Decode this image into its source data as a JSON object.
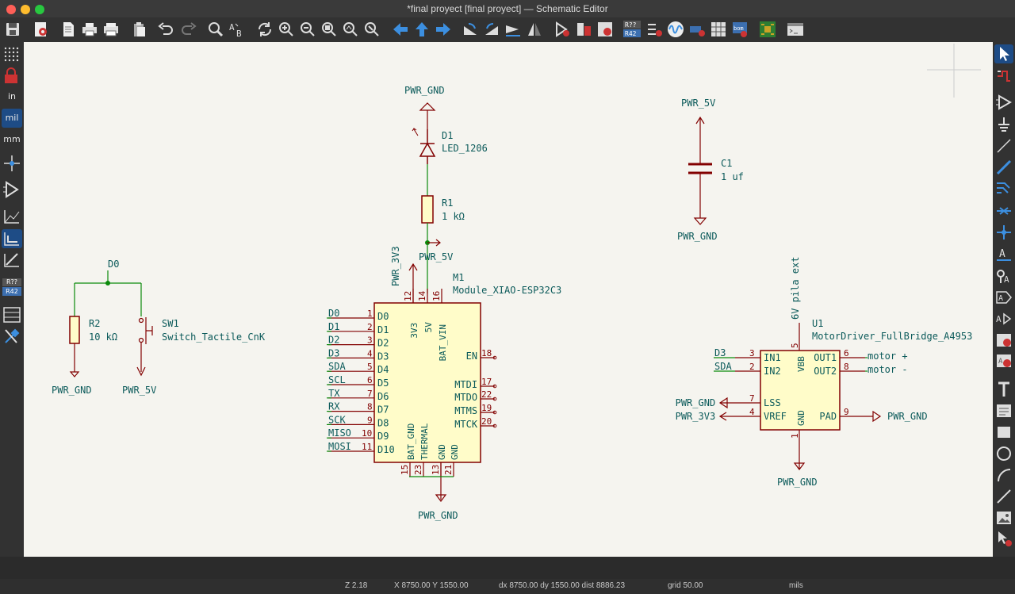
{
  "window": {
    "title": "*final proyect [final proyect] — Schematic Editor"
  },
  "toolbar": {
    "icons": [
      "save-icon",
      "schematic-setup-icon",
      "page-settings-icon",
      "print-icon",
      "plot-icon",
      "paste-icon",
      "undo-icon",
      "redo-icon",
      "find-icon",
      "find-replace-icon",
      "refresh-icon",
      "zoom-in-icon",
      "zoom-out-icon",
      "zoom-fit-icon",
      "zoom-objects-icon",
      "zoom-selection-icon",
      "arrow-left-icon",
      "arrow-up-icon",
      "arrow-right-icon",
      "rotate-ccw-icon",
      "rotate-cw-icon",
      "mirror-h-icon",
      "mirror-v-icon",
      "hierarchy-icon",
      "symbol-editor-icon",
      "symbol-browser-icon",
      "annotate-icon",
      "erc-icon",
      "simulator-icon",
      "assign-footprints-icon",
      "bom-icon",
      "generate-bom-icon",
      "pcb-editor-icon",
      "scripting-console-icon"
    ]
  },
  "left_toolbar": {
    "units": [
      "in",
      "mil",
      "mm"
    ],
    "annotate_badge_top": "R??",
    "annotate_badge_bottom": "R42"
  },
  "schematic": {
    "d0_label": "D0",
    "r2": {
      "ref": "R2",
      "value": "10 kΩ"
    },
    "sw1": {
      "ref": "SW1",
      "value": "Switch_Tactile_CnK"
    },
    "gnd_left": "PWR_GND",
    "pwr5v_left": "PWR_5V",
    "gnd_top": "PWR_GND",
    "d1": {
      "ref": "D1",
      "value": "LED_1206"
    },
    "r1": {
      "ref": "R1",
      "value": "1 kΩ"
    },
    "pwr5v_mid": "PWR_5V",
    "pwr3v3": "PWR_3V3",
    "m1": {
      "ref": "M1",
      "value": "Module_XIAO-ESP32C3",
      "left_pins": [
        {
          "net": "D0",
          "num": "1",
          "name": "D0"
        },
        {
          "net": "D1",
          "num": "2",
          "name": "D1"
        },
        {
          "net": "D2",
          "num": "3",
          "name": "D2"
        },
        {
          "net": "D3",
          "num": "4",
          "name": "D3"
        },
        {
          "net": "SDA",
          "num": "5",
          "name": "D4"
        },
        {
          "net": "SCL",
          "num": "6",
          "name": "D5"
        },
        {
          "net": "TX",
          "num": "7",
          "name": "D6"
        },
        {
          "net": "RX",
          "num": "8",
          "name": "D7"
        },
        {
          "net": "SCK",
          "num": "9",
          "name": "D8"
        },
        {
          "net": "MISO",
          "num": "10",
          "name": "D9"
        },
        {
          "net": "MOSI",
          "num": "11",
          "name": "D10"
        }
      ],
      "right_pins": [
        {
          "num": "18",
          "name": "EN"
        },
        {
          "num": "17",
          "name": "MTDI"
        },
        {
          "num": "22",
          "name": "MTDO"
        },
        {
          "num": "19",
          "name": "MTMS"
        },
        {
          "num": "20",
          "name": "MTCK"
        }
      ],
      "top_pins": [
        {
          "num": "12",
          "name": "3V3"
        },
        {
          "num": "14",
          "name": "5V"
        },
        {
          "num": "16",
          "name": "BAT_VIN"
        }
      ],
      "bottom_pins": [
        {
          "num": "15",
          "name": "BAT_GND"
        },
        {
          "num": "23",
          "name": "THERMAL"
        },
        {
          "num": "13",
          "name": "GND"
        },
        {
          "num": "21",
          "name": "GND"
        }
      ]
    },
    "gnd_mid": "PWR_GND",
    "c1": {
      "ref": "C1",
      "value": "1 uf"
    },
    "pwr5v_right": "PWR_5V",
    "gnd_c1": "PWR_GND",
    "u1": {
      "ref": "U1",
      "value": "MotorDriver_FullBridge_A4953",
      "top_net": "6V pila ext",
      "top_pin_num": "5",
      "top_pin_name": "VBB",
      "left_pins": [
        {
          "net": "D3",
          "num": "3",
          "name": "IN1"
        },
        {
          "net": "SDA",
          "num": "2",
          "name": "IN2"
        },
        {
          "net": "PWR_GND",
          "num": "7",
          "name": "LSS"
        },
        {
          "net": "PWR_3V3",
          "num": "4",
          "name": "VREF"
        }
      ],
      "right_pins": [
        {
          "net": "motor +",
          "num": "6",
          "name": "OUT1"
        },
        {
          "net": "motor -",
          "num": "8",
          "name": "OUT2"
        },
        {
          "net": "PWR_GND",
          "num": "9",
          "name": "PAD"
        }
      ],
      "bottom_pin_num": "1",
      "bottom_pin_name": "GND",
      "bottom_net": "PWR_GND"
    }
  },
  "status": {
    "zoom": "Z 2.18",
    "xy": "X 8750.00  Y 1550.00",
    "dxy": "dx 8750.00  dy 1550.00  dist 8886.23",
    "grid": "grid 50.00",
    "units": "mils"
  }
}
